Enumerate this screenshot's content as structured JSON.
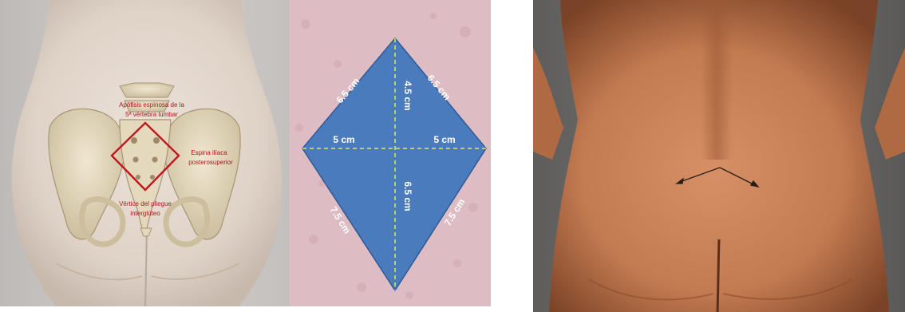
{
  "anatomy": {
    "labels": {
      "spinous_line1": "Apófisis espinosa de la",
      "spinous_line2": "5ª vértebra lumbar",
      "iliac_line1": "Espina ilíaca",
      "iliac_line2": "posterosuperior",
      "gluteal_line1": "Vértice del pliegue",
      "gluteal_line2": "interglúteo"
    },
    "colors": {
      "rhombus": "#c0161c",
      "label_text": "#b0151b",
      "bone": "#e6dcc2"
    }
  },
  "diamond": {
    "labels": {
      "upper_left_side": "6.5 cm",
      "upper_right_side": "6.5 cm",
      "upper_vertical": "4.5 cm",
      "left_horizontal": "5 cm",
      "right_horizontal": "5 cm",
      "lower_vertical": "6.5 cm",
      "lower_left_side": "7.5 cm",
      "lower_right_side": "7.5 cm"
    },
    "colors": {
      "fill": "#4a7bbd",
      "outline": "#2d5a96",
      "dashed_lines": "#e6e65a",
      "background": "#ddbcc4"
    }
  },
  "photo": {
    "colors": {
      "skin": "#c27a50",
      "background": "#6e6c6a",
      "arrow": "#2a1d18"
    }
  }
}
